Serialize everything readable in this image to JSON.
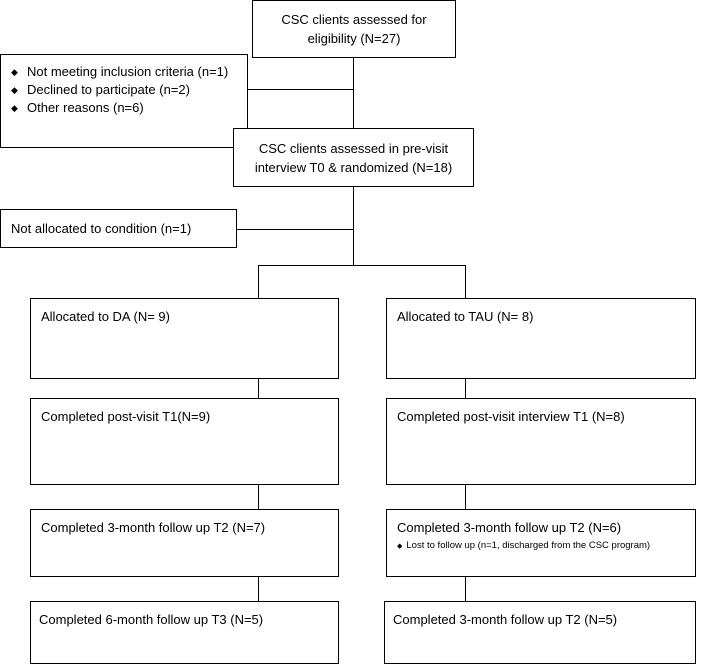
{
  "boxes": {
    "eligibility": "CSC clients assessed for eligibility (N=27)",
    "exclusions": [
      {
        "bullet": "◆",
        "text": "Not meeting inclusion criteria (n=1)"
      },
      {
        "bullet": "◆",
        "text": "Declined to participate (n=2)"
      },
      {
        "bullet": "◆",
        "text": "Other reasons (n=6)"
      }
    ],
    "randomized": "CSC clients assessed in pre-visit interview T0 & randomized (N=18)",
    "not_allocated": "Not allocated to condition (n=1)",
    "left": {
      "allocated": "Allocated to DA (N= 9)",
      "t1": "Completed post-visit T1(N=9)",
      "t2": "Completed 3-month follow up T2 (N=7)",
      "t3": "Completed 6-month follow up T3 (N=5)"
    },
    "right": {
      "allocated": "Allocated to TAU (N= 8)",
      "t1": "Completed post-visit interview T1 (N=8)",
      "t2": "Completed 3-month follow up T2 (N=6)",
      "t2_note_bullet": "◆",
      "t2_note": "Lost to follow up (n=1, discharged from the CSC program)",
      "t3": "Completed 3-month follow up T2 (N=5)"
    }
  }
}
